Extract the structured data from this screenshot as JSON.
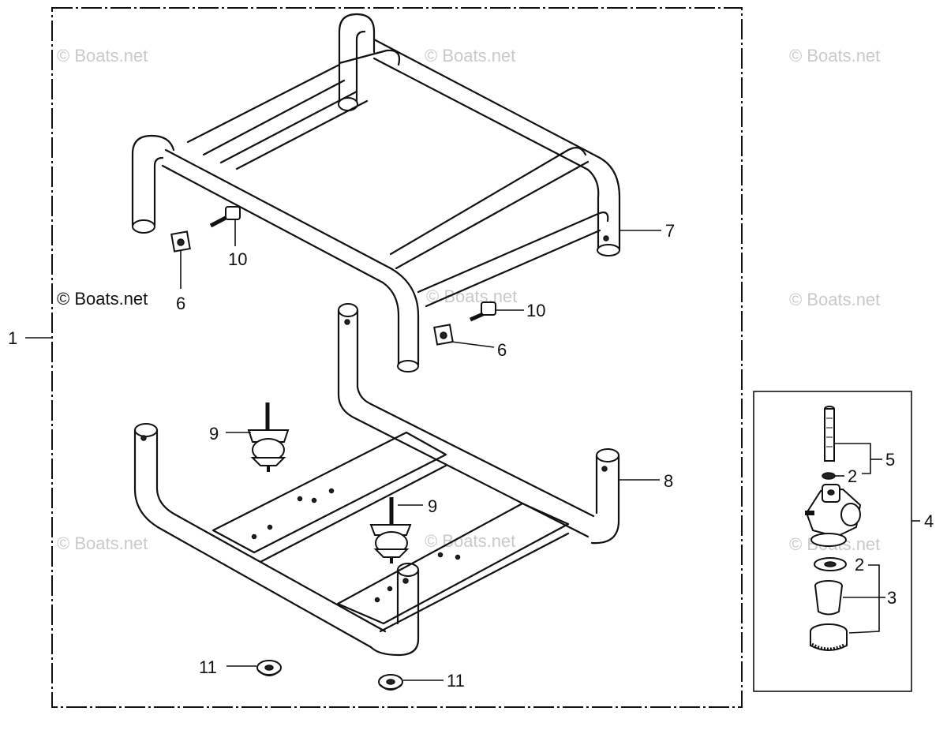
{
  "watermark": "© Boats.net",
  "callouts": {
    "c1": "1",
    "c2a": "2",
    "c2b": "2",
    "c3": "3",
    "c4": "4",
    "c5": "5",
    "c6a": "6",
    "c6b": "6",
    "c7": "7",
    "c8": "8",
    "c9a": "9",
    "c9b": "9",
    "c10a": "10",
    "c10b": "10",
    "c11a": "11",
    "c11b": "11"
  },
  "colors": {
    "ink": "#111111",
    "watermark": "#c9c9c9",
    "background": "#ffffff"
  }
}
